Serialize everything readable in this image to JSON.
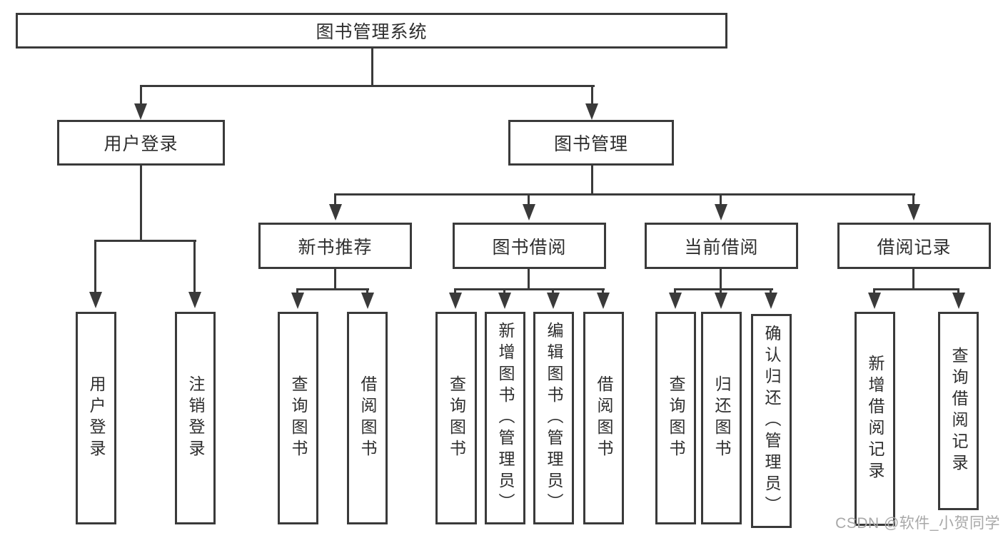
{
  "diagram": {
    "root": {
      "label": "图书管理系统"
    },
    "level2": [
      {
        "label": "用户登录"
      },
      {
        "label": "图书管理"
      }
    ],
    "level3": [
      {
        "label": "新书推荐"
      },
      {
        "label": "图书借阅"
      },
      {
        "label": "当前借阅"
      },
      {
        "label": "借阅记录"
      }
    ],
    "leaves": [
      {
        "label": "用户登录"
      },
      {
        "label": "注销登录"
      },
      {
        "label": "查询图书"
      },
      {
        "label": "借阅图书"
      },
      {
        "label": "查询图书"
      },
      {
        "label": "新增图书（管理员）"
      },
      {
        "label": "编辑图书（管理员）"
      },
      {
        "label": "借阅图书"
      },
      {
        "label": "查询图书"
      },
      {
        "label": "归还图书"
      },
      {
        "label": "确认归还（管理员）"
      },
      {
        "label": "新增借阅记录"
      },
      {
        "label": "查询借阅记录"
      }
    ]
  },
  "watermark": {
    "text": "CSDN @软件_小贺同学"
  },
  "colors": {
    "ink": "#3a3a3a",
    "text": "#2e2e2e",
    "watermark": "#a8a8a8",
    "background": "#ffffff"
  }
}
